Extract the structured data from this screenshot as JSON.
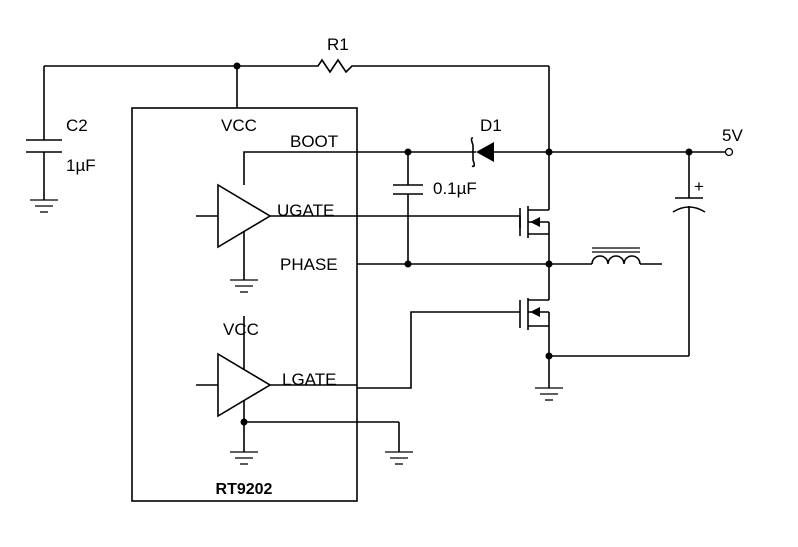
{
  "chip": {
    "name": "RT9202"
  },
  "pins": {
    "vcc_top": "VCC",
    "boot": "BOOT",
    "ugate": "UGATE",
    "phase": "PHASE",
    "vcc_inner": "VCC",
    "lgate": "LGATE"
  },
  "components": {
    "r1": "R1",
    "c2": "C2",
    "c2_value": "1µF",
    "d1": "D1",
    "boot_cap_value": "0.1µF",
    "output_voltage": "5V",
    "cap_polarity": "+"
  },
  "colors": {
    "line": "#000000",
    "background": "#ffffff"
  }
}
